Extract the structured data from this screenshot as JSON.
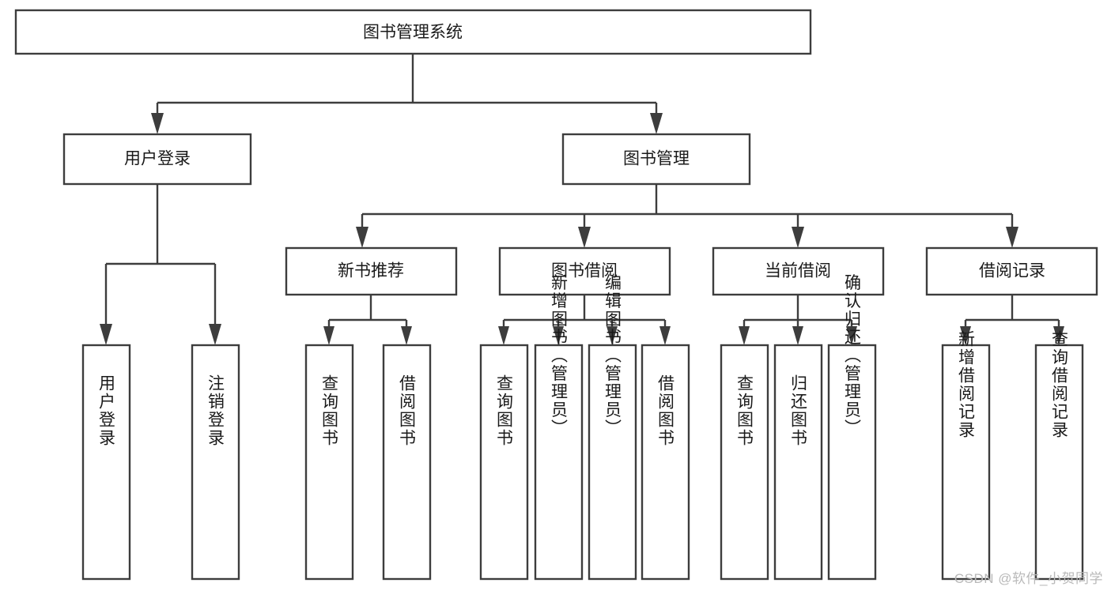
{
  "diagram": {
    "type": "hierarchy-tree",
    "title": "图书管理系统",
    "watermark": "CSDN @软件_小贺同学",
    "colors": {
      "box_stroke": "#3d3d3d",
      "box_fill": "#ffffff",
      "text": "#1a1a1a",
      "connector": "#3d3d3d",
      "watermark": "#b9b9b9",
      "background": "#ffffff"
    },
    "levels": {
      "root": {
        "label": "图书管理系统"
      },
      "level2": [
        {
          "label": "用户登录"
        },
        {
          "label": "图书管理"
        }
      ],
      "level3": [
        {
          "label": "新书推荐"
        },
        {
          "label": "图书借阅"
        },
        {
          "label": "当前借阅"
        },
        {
          "label": "借阅记录"
        }
      ],
      "leaves": [
        {
          "label": "用户登录",
          "parent": "用户登录"
        },
        {
          "label": "注销登录",
          "parent": "用户登录"
        },
        {
          "label": "查询图书",
          "parent": "新书推荐"
        },
        {
          "label": "借阅图书",
          "parent": "新书推荐"
        },
        {
          "label": "查询图书",
          "parent": "图书借阅"
        },
        {
          "label": "新增图书（管理员）",
          "parent": "图书借阅"
        },
        {
          "label": "编辑图书（管理员）",
          "parent": "图书借阅"
        },
        {
          "label": "借阅图书",
          "parent": "图书借阅"
        },
        {
          "label": "查询图书",
          "parent": "当前借阅"
        },
        {
          "label": "归还图书",
          "parent": "当前借阅"
        },
        {
          "label": "确认归还（管理员）",
          "parent": "当前借阅"
        },
        {
          "label": "新增借阅记录",
          "parent": "借阅记录"
        },
        {
          "label": "查询借阅记录",
          "parent": "借阅记录"
        }
      ]
    }
  }
}
